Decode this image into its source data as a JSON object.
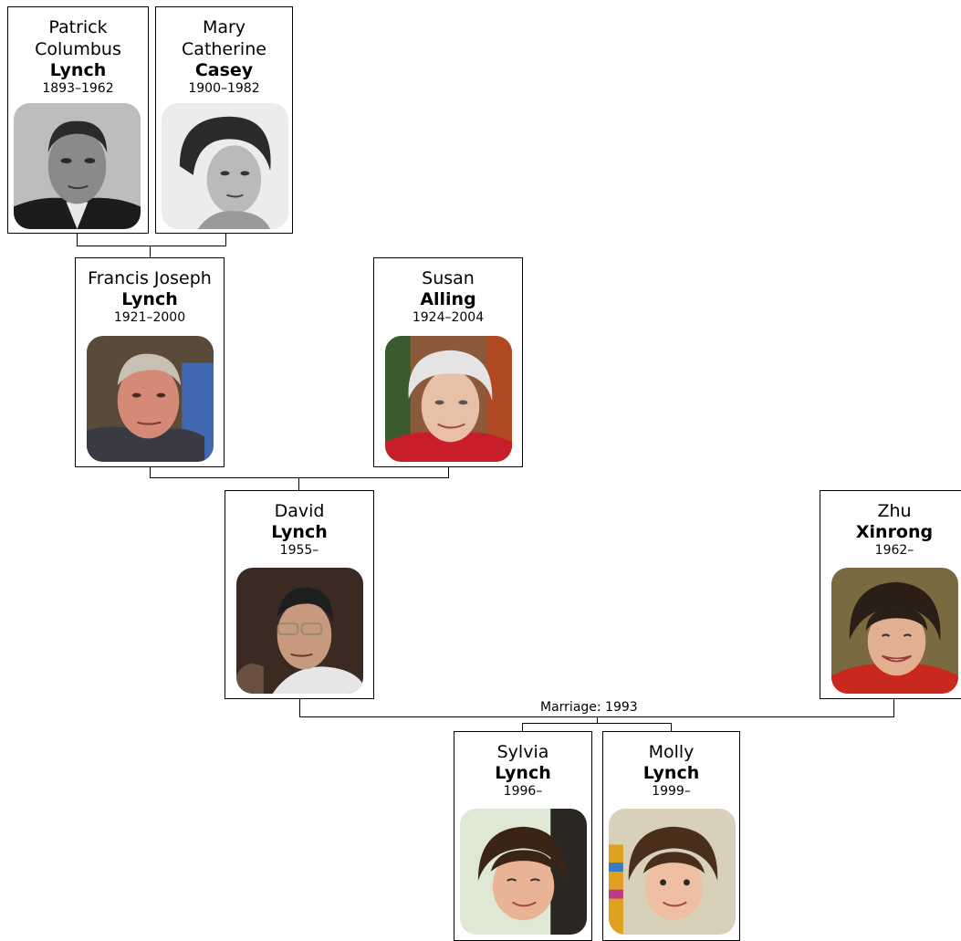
{
  "people": {
    "patrick": {
      "given": "Patrick Columbus",
      "surname": "Lynch",
      "dates": "1893–1962"
    },
    "mary": {
      "given": "Mary Catherine",
      "surname": "Casey",
      "dates": "1900–1982"
    },
    "francis": {
      "given": "Francis Joseph",
      "surname": "Lynch",
      "dates": "1921–2000"
    },
    "susan": {
      "given": "Susan",
      "surname": "Alling",
      "dates": "1924–2004"
    },
    "david": {
      "given": "David",
      "surname": "Lynch",
      "dates": "1955–"
    },
    "zhu": {
      "given": "Zhu",
      "surname": "Xinrong",
      "dates": "1962–"
    },
    "sylvia": {
      "given": "Sylvia",
      "surname": "Lynch",
      "dates": "1996–"
    },
    "molly": {
      "given": "Molly",
      "surname": "Lynch",
      "dates": "1999–"
    }
  },
  "marriage_label": "Marriage: 1993"
}
